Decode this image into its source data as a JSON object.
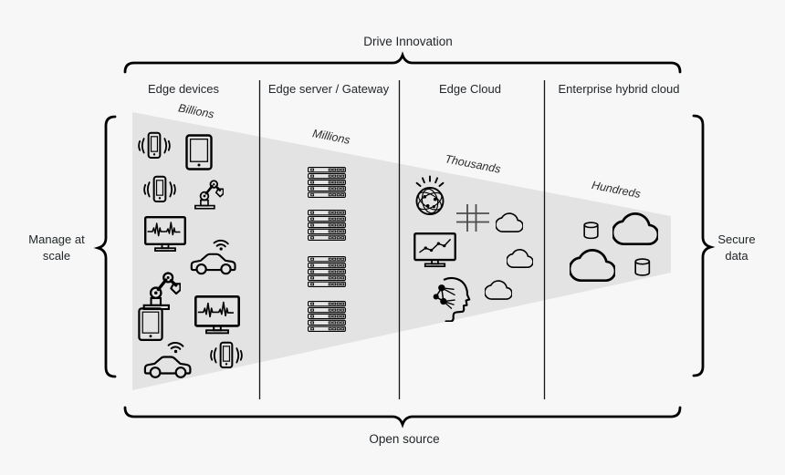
{
  "colors": {
    "background": "#f7f7f7",
    "funnel_fill": "#e3e3e3",
    "stroke": "#000000",
    "text": "#21272a"
  },
  "braces": {
    "top_label": "Drive Innovation",
    "bottom_label": "Open source",
    "left_label": "Manage at scale",
    "right_label": "Secure data"
  },
  "columns": [
    {
      "header": "Edge devices",
      "scale": "Billions",
      "icons": [
        "phone-vibrate",
        "tablet",
        "phone-vibrate",
        "robot-arm",
        "monitor-ecg",
        "car-wifi",
        "robot-arm",
        "monitor-ecg",
        "tablet",
        "car-wifi",
        "phone-vibrate"
      ]
    },
    {
      "header": "Edge server / Gateway",
      "scale": "Millions",
      "icons": [
        "server-stack",
        "server-stack",
        "server-stack",
        "server-stack"
      ]
    },
    {
      "header": "Edge Cloud",
      "scale": "Thousands",
      "icons": [
        "globe-network",
        "grid",
        "cloud",
        "monitor-chart",
        "cloud",
        "ai-head",
        "cloud"
      ]
    },
    {
      "header": "Enterprise hybrid cloud",
      "scale": "Hundreds",
      "icons": [
        "database",
        "cloud",
        "cloud",
        "database"
      ]
    }
  ]
}
